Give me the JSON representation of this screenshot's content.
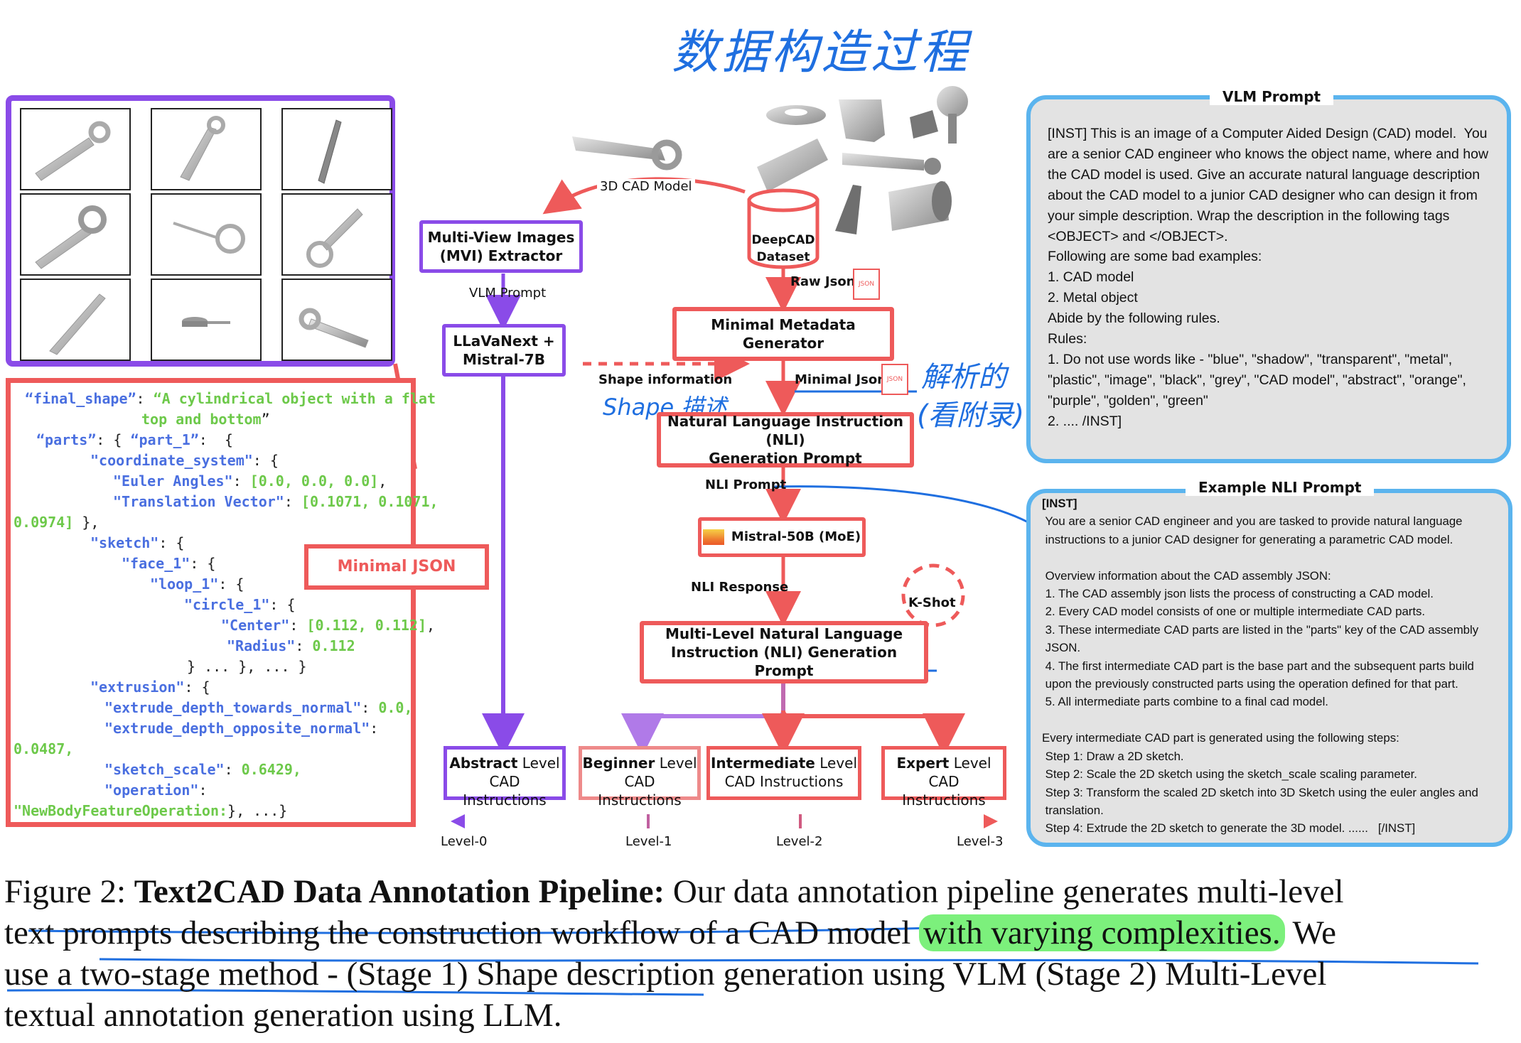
{
  "annotations": {
    "top_title": "数据构造过程",
    "shape_desc": "Shape 描述",
    "parse_note_1": "解析的",
    "parse_note_2": "(看附录)"
  },
  "multiview": {
    "cells": 9
  },
  "json_panel": {
    "final_shape_key": "“final_shape”",
    "final_shape_val_1": "“A cylindrical object with a flat",
    "final_shape_val_2": "top and bottom",
    "parts_key": "“parts”",
    "part_1_key": "“part_1”",
    "coord_key": "\"coordinate_system\"",
    "euler_key": "\"Euler Angles\"",
    "euler_val": "[0.0, 0.0, 0.0]",
    "trans_key": "\"Translation Vector\"",
    "trans_val_1": "[0.1071, 0.1071,",
    "trans_val_2": "0.0974]",
    "sketch_key": "\"sketch\"",
    "face_key": "\"face_1\"",
    "loop_key": "\"loop_1\"",
    "circle_key": "\"circle_1\"",
    "center_key": "\"Center\"",
    "center_val": "[0.112, 0.112]",
    "radius_key": "\"Radius\"",
    "radius_val": "0.112",
    "close_1": "} ... }, ... }",
    "extrusion_key": "\"extrusion\"",
    "edtn_key": "\"extrude_depth_towards_normal\"",
    "edtn_val": "0.0,",
    "edon_key": "\"extrude_depth_opposite_normal\"",
    "edon_val": "0.0487,",
    "scale_key": "\"sketch_scale\"",
    "scale_val": "0.6429,",
    "op_key": "\"operation\"",
    "op_val": "\"NewBodyFeatureOperation:",
    "close_2": "}, ...}",
    "minimal_json_label": "Minimal JSON"
  },
  "pipeline": {
    "mvi_extractor": [
      "Multi-View Images",
      "(MVI) Extractor"
    ],
    "cad_model_label": "3D CAD Model",
    "deepcad": [
      "DeepCAD",
      "Dataset"
    ],
    "raw_json": "Raw Json",
    "vlm_prompt_label": "VLM Prompt",
    "llava": [
      "LLaVaNext +",
      "Mistral-7B"
    ],
    "metadata_gen": [
      "Minimal Metadata",
      "Generator"
    ],
    "shape_info": "Shape information",
    "minimal_json_small": "Minimal Json",
    "json_badge": "JSON",
    "nli_gen": [
      "Natural Language Instruction (NLI)",
      "Generation Prompt"
    ],
    "nli_prompt": "NLI Prompt",
    "mistral": "Mistral-50B (MoE)",
    "nli_response": "NLI Response",
    "kshot": "K-Shot",
    "multi_level": [
      "Multi-Level Natural Language",
      "Instruction (NLI) Generation Prompt"
    ],
    "levels": [
      {
        "bold": "Abstract",
        "rest": " Level",
        "line2": "CAD Instructions",
        "axis": "Level-0"
      },
      {
        "bold": "Beginner",
        "rest": " Level",
        "line2": "CAD Instructions",
        "axis": "Level-1"
      },
      {
        "bold": "Intermediate",
        "rest": " Level",
        "line2": "CAD Instructions",
        "axis": "Level-2"
      },
      {
        "bold": "Expert",
        "rest": " Level",
        "line2": "CAD Instructions",
        "axis": "Level-3"
      }
    ]
  },
  "vlm_prompt": {
    "title": "VLM Prompt",
    "lines": [
      "[INST] This is an image of a Computer Aided Design (CAD) model.  You",
      "are a senior CAD engineer who knows the object name, where and how",
      "the CAD model is used. Give an accurate natural language description",
      "about the CAD model to a junior CAD designer who can design it from",
      "your simple description. Wrap the description in the following tags",
      "<OBJECT> and </OBJECT>.",
      "Following are some bad examples:",
      "1. CAD model",
      "2. Metal object",
      "Abide by the following rules.",
      "Rules:",
      "1. Do not use words like - \"blue\", \"shadow\", \"transparent\", \"metal\",",
      "\"plastic\", \"image\", \"black\", \"grey\", \"CAD model\", \"abstract\", \"orange\",",
      "\"purple\", \"golden\", \"green\"",
      "2. .... /INST]"
    ]
  },
  "nli_prompt_panel": {
    "title": "Example NLI Prompt",
    "lines": [
      "[INST]",
      " You are a senior CAD engineer and you are tasked to provide natural language",
      " instructions to a junior CAD designer for generating a parametric CAD model.",
      "",
      " Overview information about the CAD assembly JSON:",
      " 1. The CAD assembly json lists the process of constructing a CAD model.",
      " 2. Every CAD model consists of one or multiple intermediate CAD parts.",
      " 3. These intermediate CAD parts are listed in the \"parts\" key of the CAD assembly",
      " JSON.",
      " 4. The first intermediate CAD part is the base part and the subsequent parts build",
      " upon the previously constructed parts using the operation defined for that part.",
      " 5. All intermediate parts combine to a final cad model.",
      "",
      "Every intermediate CAD part is generated using the following steps:",
      " Step 1: Draw a 2D sketch.",
      " Step 2: Scale the 2D sketch using the sketch_scale scaling parameter.",
      " Step 3: Transform the scaled 2D sketch into 3D Sketch using the euler angles and",
      " translation.",
      " Step 4: Extrude the 2D sketch to generate the 3D model. ......   [/INST]"
    ]
  },
  "caption": {
    "prefix": "Figure 2: ",
    "bold": "Text2CAD Data Annotation Pipeline:",
    "line1_rest": " Our data annotation pipeline generates multi-level",
    "line2a": "text prompts describing the construction workflow of a CAD model ",
    "line2_highlight": "with varying complexities.",
    "line2b": " We",
    "line3": "use a two-stage method - (Stage 1) Shape description generation using VLM (Stage 2) Multi-Level",
    "line4": "textual annotation generation using LLM."
  },
  "colors": {
    "red": "#ee5a5a",
    "purple": "#8a4be8",
    "blue_ink": "#1f6fe0",
    "prompt_border": "#5bb4ee",
    "highlight": "#7cf07c"
  }
}
